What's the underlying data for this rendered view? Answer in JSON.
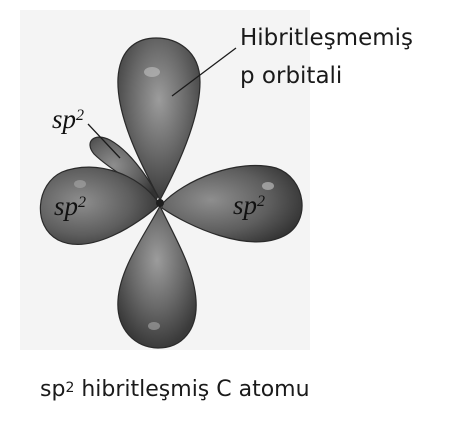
{
  "annotations": {
    "unhybridized_line1": "Hibritleşmemiş",
    "unhybridized_line2": "p orbitali"
  },
  "orbitals": {
    "upper_left": {
      "base": "sp",
      "sup": "2"
    },
    "left": {
      "base": "sp",
      "sup": "2"
    },
    "right": {
      "base": "sp",
      "sup": "2"
    }
  },
  "caption": {
    "before": "sp",
    "sup": "2",
    "after": " hibritleşmiş C atomu"
  },
  "colors": {
    "lobe_fill": "#6a6a6a",
    "lobe_dark": "#303030",
    "lobe_light": "#9a9a9a",
    "background": "#ffffff"
  }
}
